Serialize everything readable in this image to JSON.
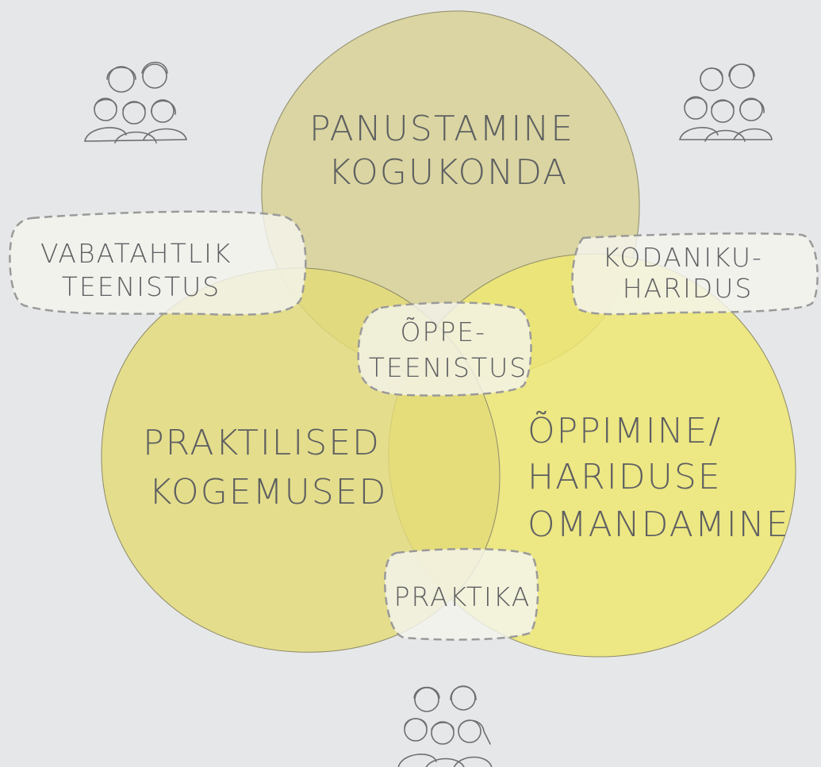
{
  "circles": [
    {
      "id": "panustamine",
      "label_lines": [
        "PANUSTAMINE",
        "KOGUKONDA"
      ],
      "color": "#d9d49e"
    },
    {
      "id": "praktilised",
      "label_lines": [
        "PRAKTILISED",
        "KOGEMUSED"
      ],
      "color": "#e3da78"
    },
    {
      "id": "oppimine",
      "label_lines": [
        "ÕPPIMINE/",
        "HARIDUSE",
        "OMANDAMINE"
      ],
      "color": "#ede672"
    }
  ],
  "overlap_labels": [
    {
      "id": "vabatahtlik",
      "label_lines": [
        "VABATAHTLIK",
        "TEENISTUS"
      ]
    },
    {
      "id": "kodaniku",
      "label_lines": [
        "KODANIKU-",
        "HARIDUS"
      ]
    },
    {
      "id": "oppe",
      "label_lines": [
        "ÕPPE-",
        "TEENISTUS"
      ]
    },
    {
      "id": "praktika",
      "label_lines": [
        "PRAKTIKA"
      ]
    }
  ],
  "colors": {
    "background": "#e6e7e8",
    "bubble_fill": "#f4f4ee",
    "bubble_stroke": "#9a9a9a",
    "text": "#5e5f61"
  },
  "icons": [
    "people-group-icon",
    "people-group-icon",
    "people-group-icon"
  ]
}
